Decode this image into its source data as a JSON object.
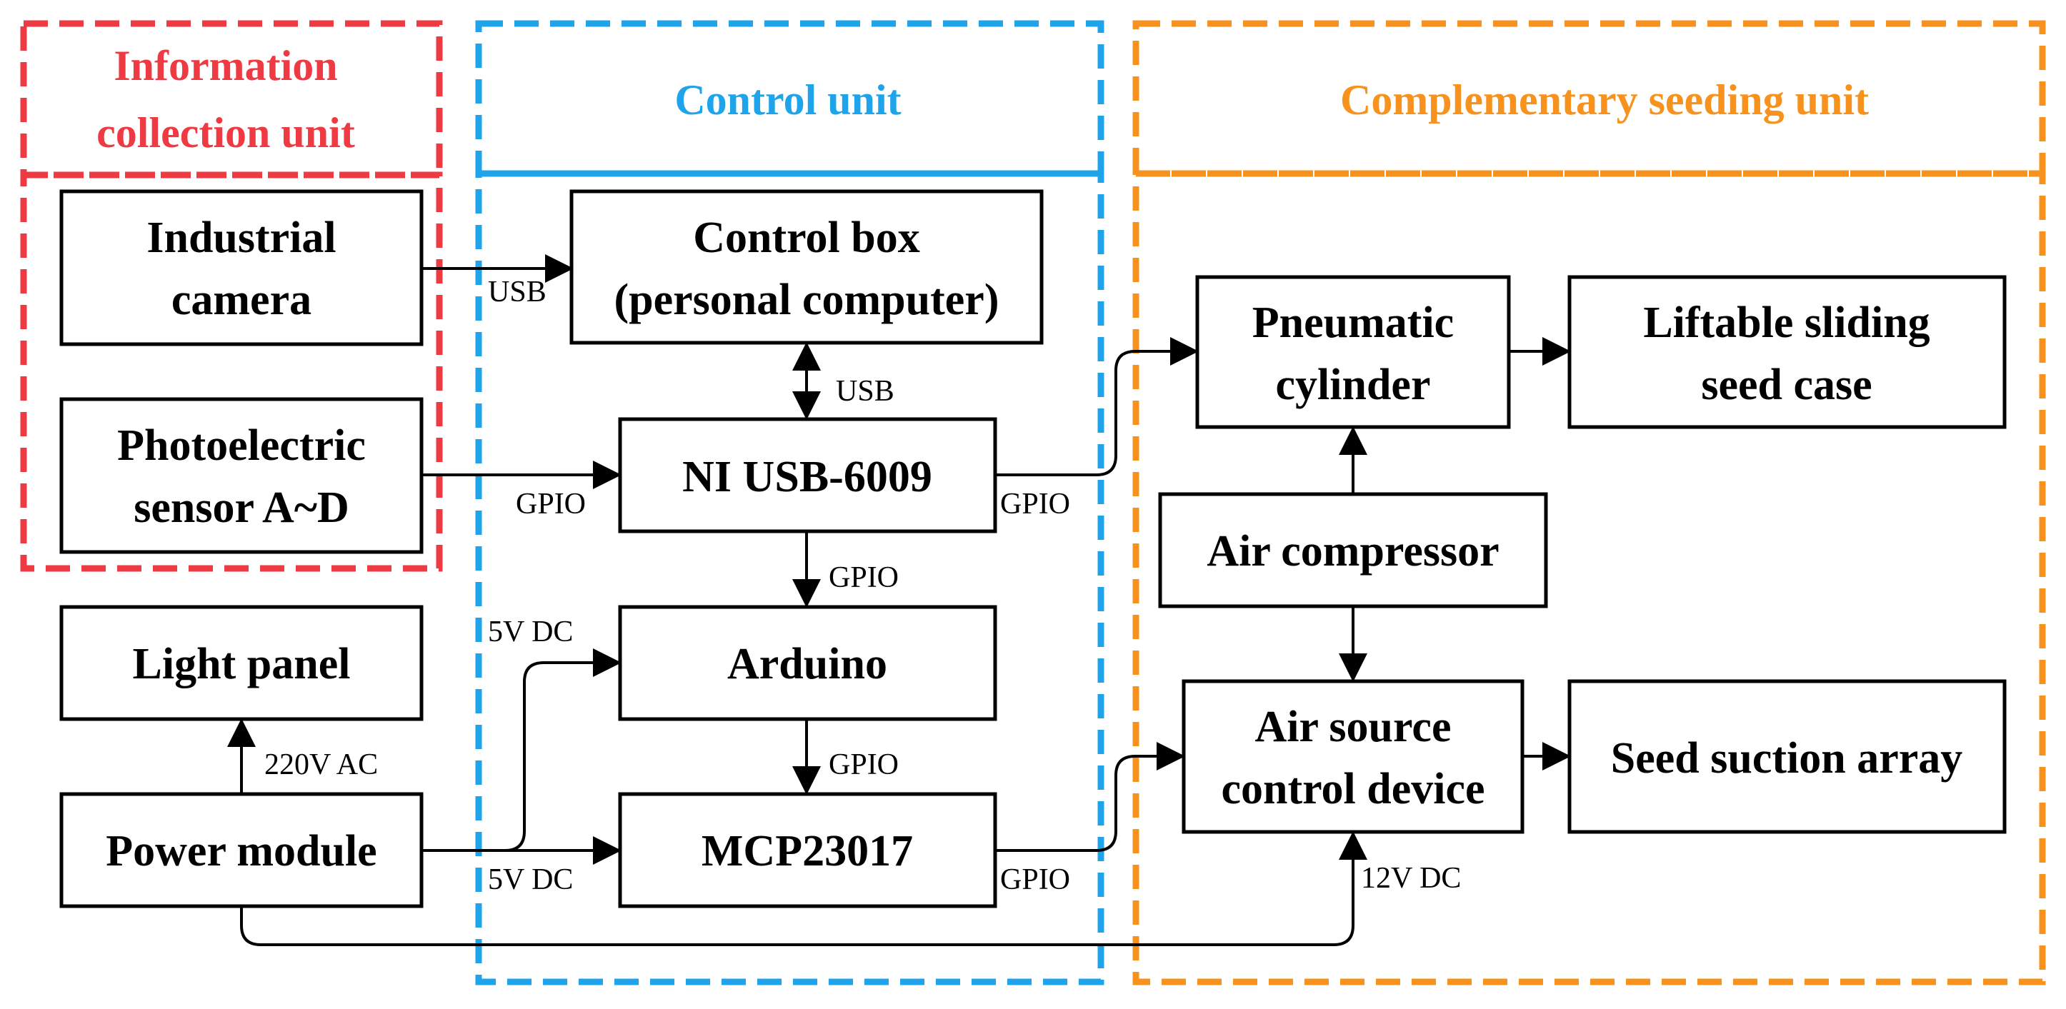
{
  "colors": {
    "info_region": "#ee3a43",
    "control_region": "#1fa4ec",
    "seeding_region": "#f7921e",
    "block_border": "#000000",
    "connector": "#000000"
  },
  "regions": {
    "info": {
      "title_lines": [
        "Information",
        "collection unit"
      ]
    },
    "control": {
      "title": "Control unit"
    },
    "seeding": {
      "title": "Complementary seeding unit"
    }
  },
  "blocks": {
    "industrial_camera": [
      "Industrial",
      "camera"
    ],
    "photoelectric_sensor": [
      "Photoelectric",
      "sensor A~D"
    ],
    "light_panel": [
      "Light panel"
    ],
    "power_module": [
      "Power module"
    ],
    "control_box": [
      "Control box",
      "(personal computer)"
    ],
    "ni_usb": [
      "NI USB-6009"
    ],
    "arduino": [
      "Arduino"
    ],
    "mcp": [
      "MCP23017"
    ],
    "pneumatic_cylinder": [
      "Pneumatic",
      "cylinder"
    ],
    "seed_case": [
      "Liftable sliding",
      "seed case"
    ],
    "air_compressor": [
      "Air compressor"
    ],
    "air_source": [
      "Air source",
      "control device"
    ],
    "seed_array": [
      "Seed suction array"
    ]
  },
  "connection_labels": {
    "camera_usb": "USB",
    "controlbox_ni_usb": "USB",
    "sensor_gpio": "GPIO",
    "ni_out_gpio": "GPIO",
    "ni_arduino_gpio": "GPIO",
    "power_arduino_5v": "5V DC",
    "arduino_mcp_gpio": "GPIO",
    "power_light_220v": "220V AC",
    "power_mcp_5v": "5V DC",
    "mcp_out_gpio": "GPIO",
    "power_air_12v": "12V DC"
  }
}
